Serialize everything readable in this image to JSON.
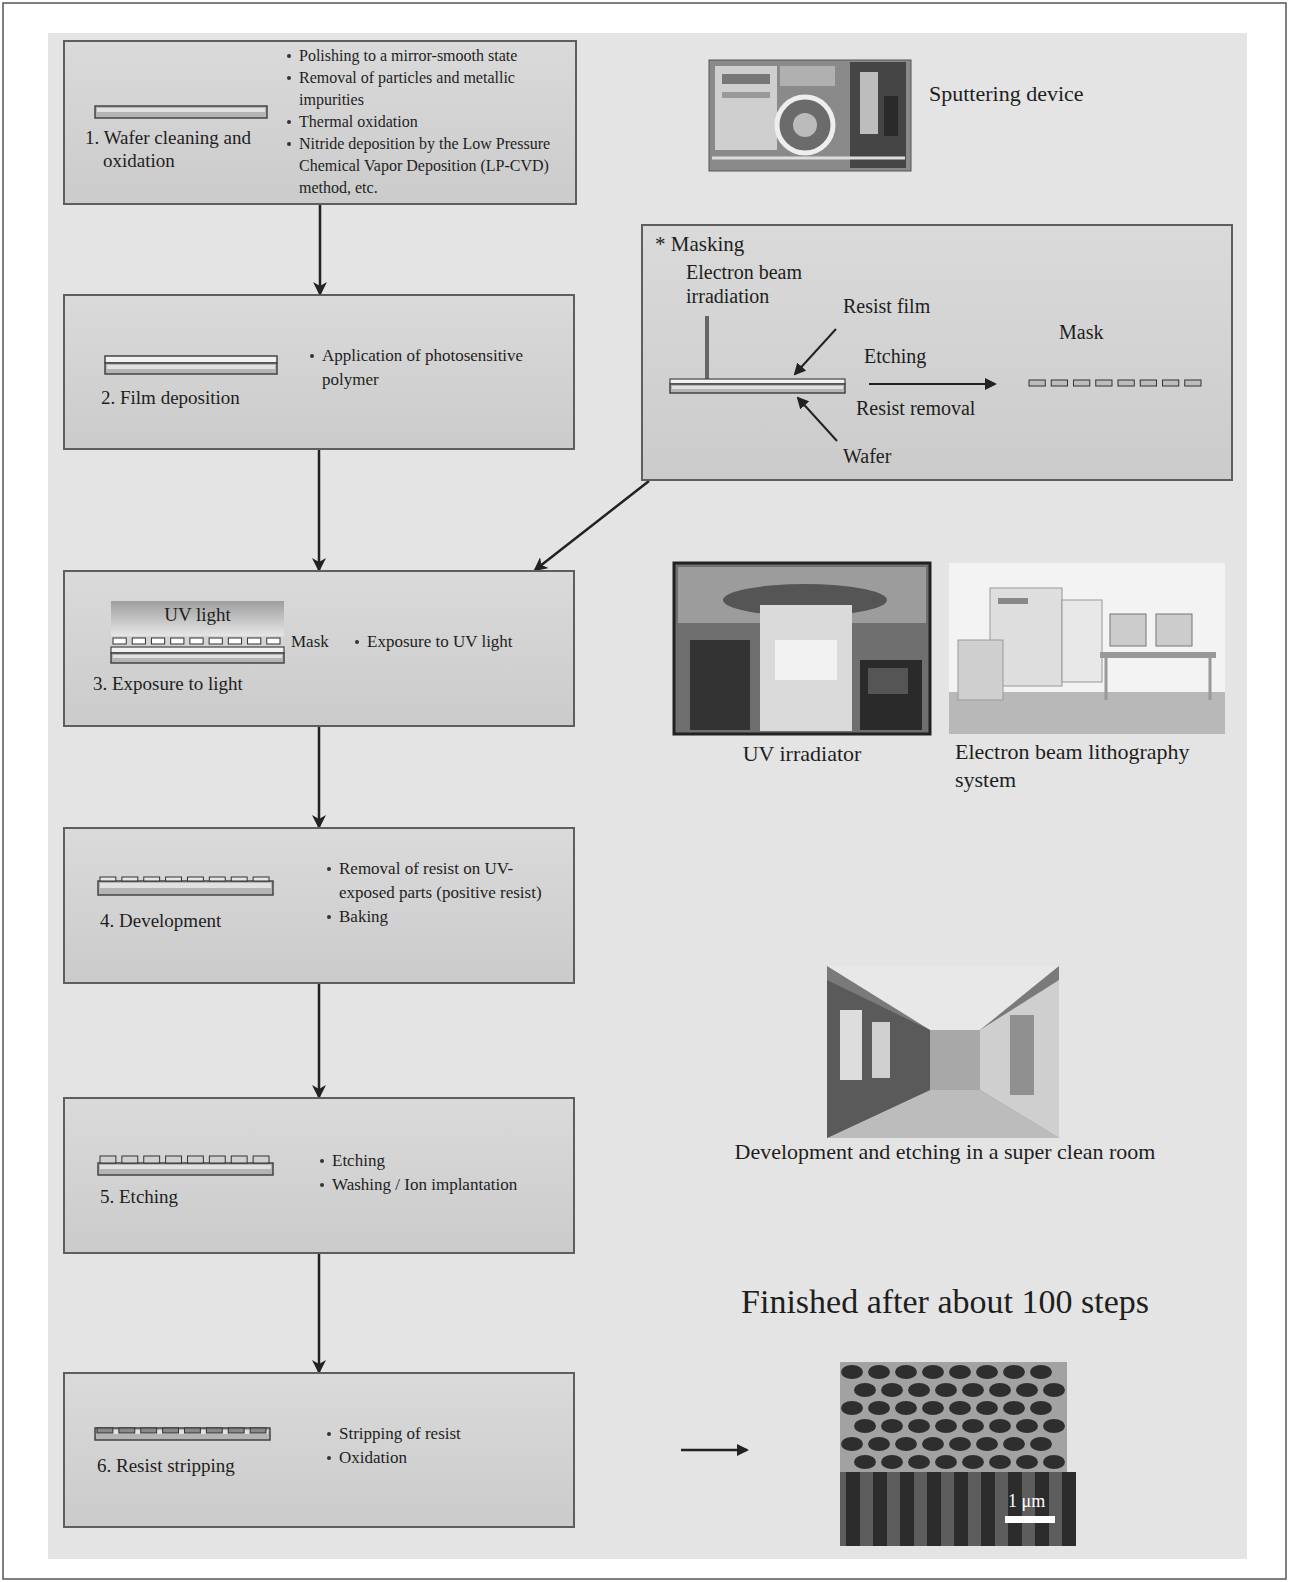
{
  "diagram": {
    "nodes": [
      {
        "text": [
          "1. Wafer cleaning and oxidation",
          "Polishing to a mirror-smooth state",
          "Removal of particles and metallic impurities",
          "Thermal oxidation",
          "Nitride deposition by the Low Pressure Chemical Vapor Deposition (LP-CVD) method, etc."
        ]
      },
      {
        "text": [
          "* Masking",
          "Electron beam irradiation",
          "Resist film",
          "Etching",
          "Resist removal",
          "Wafer",
          "Mask"
        ]
      },
      {
        "text": [
          "2. Film deposition",
          "Application of photosensitive polymer"
        ]
      },
      {
        "text": [
          "UV light",
          "Mask",
          "3. Exposure to light",
          "Exposure to UV light"
        ]
      },
      {
        "text": [
          "4. Development",
          "Removal of resist on UV-exposed parts (positive resist)",
          "Baking"
        ]
      },
      {
        "text": [
          "5. Etching",
          "Etching",
          "Washing / Ion implantation"
        ]
      },
      {
        "text": [
          "6. Resist stripping",
          "Stripping of resist",
          "Oxidation"
        ]
      }
    ],
    "edges": [
      {
        "from": 0,
        "to": 2,
        "arrow": "to"
      },
      {
        "from": 1,
        "to": 3,
        "arrow": "to"
      },
      {
        "from": 2,
        "to": 3,
        "arrow": "to"
      },
      {
        "from": 3,
        "to": 4,
        "arrow": "to"
      },
      {
        "from": 4,
        "to": 5,
        "arrow": "to"
      },
      {
        "from": 5,
        "to": 6,
        "arrow": "to"
      }
    ],
    "labels": [
      "Sputtering device",
      "UV irradiator",
      "Electron beam lithography system",
      "Development and etching in a super clean room",
      "Finished after about 100 steps",
      "1 μm"
    ]
  }
}
